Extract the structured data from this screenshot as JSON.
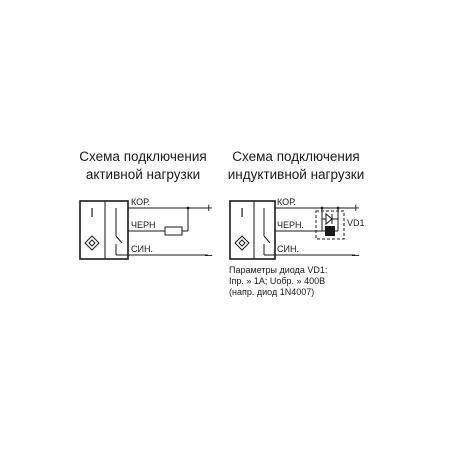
{
  "left_diagram": {
    "title_line1": "Схема подключения",
    "title_line2": "активной нагрузки",
    "sensor_symbol": "I",
    "wire_kor": "КОР.",
    "wire_chern": "ЧЕРН",
    "wire_sin": "СИН.",
    "plus_sign": "+",
    "minus_sign": "–"
  },
  "right_diagram": {
    "title_line1": "Схема подключения",
    "title_line2": "индуктивной нагрузки",
    "sensor_symbol": "I",
    "wire_kor": "КОР.",
    "wire_chern": "ЧЕРН.",
    "wire_sin": "СИН.",
    "plus_sign": "+",
    "minus_sign": "–",
    "diode_label": "VD1",
    "note_line1": "Параметры диода VD1:",
    "note_line2": "Iпр. » 1A; Uобр. » 400B",
    "note_line3": "(напр. диод 1N4007)"
  }
}
